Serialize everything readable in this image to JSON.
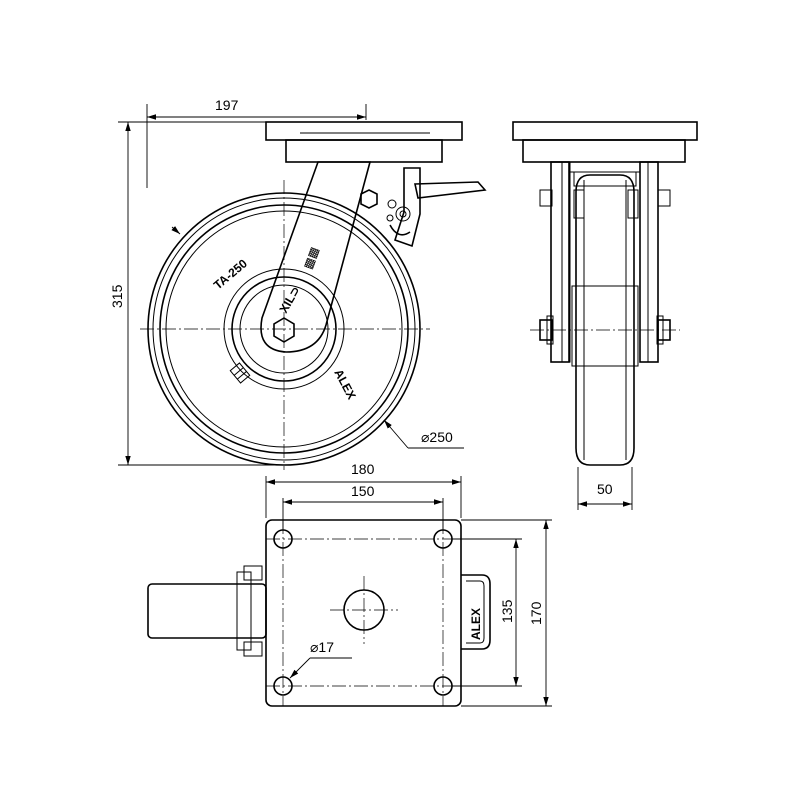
{
  "dimensions": {
    "offset": "197",
    "height": "315",
    "wheel_diameter": "⌀250",
    "wheel_width": "50",
    "plate_width": "180",
    "hole_spacing_x": "150",
    "hole_spacing_y": "135",
    "plate_length": "170",
    "hole_diameter": "⌀17"
  },
  "markings": {
    "model": "TA-250",
    "brand": "ALEX",
    "brand_top_view": "ALEX"
  }
}
